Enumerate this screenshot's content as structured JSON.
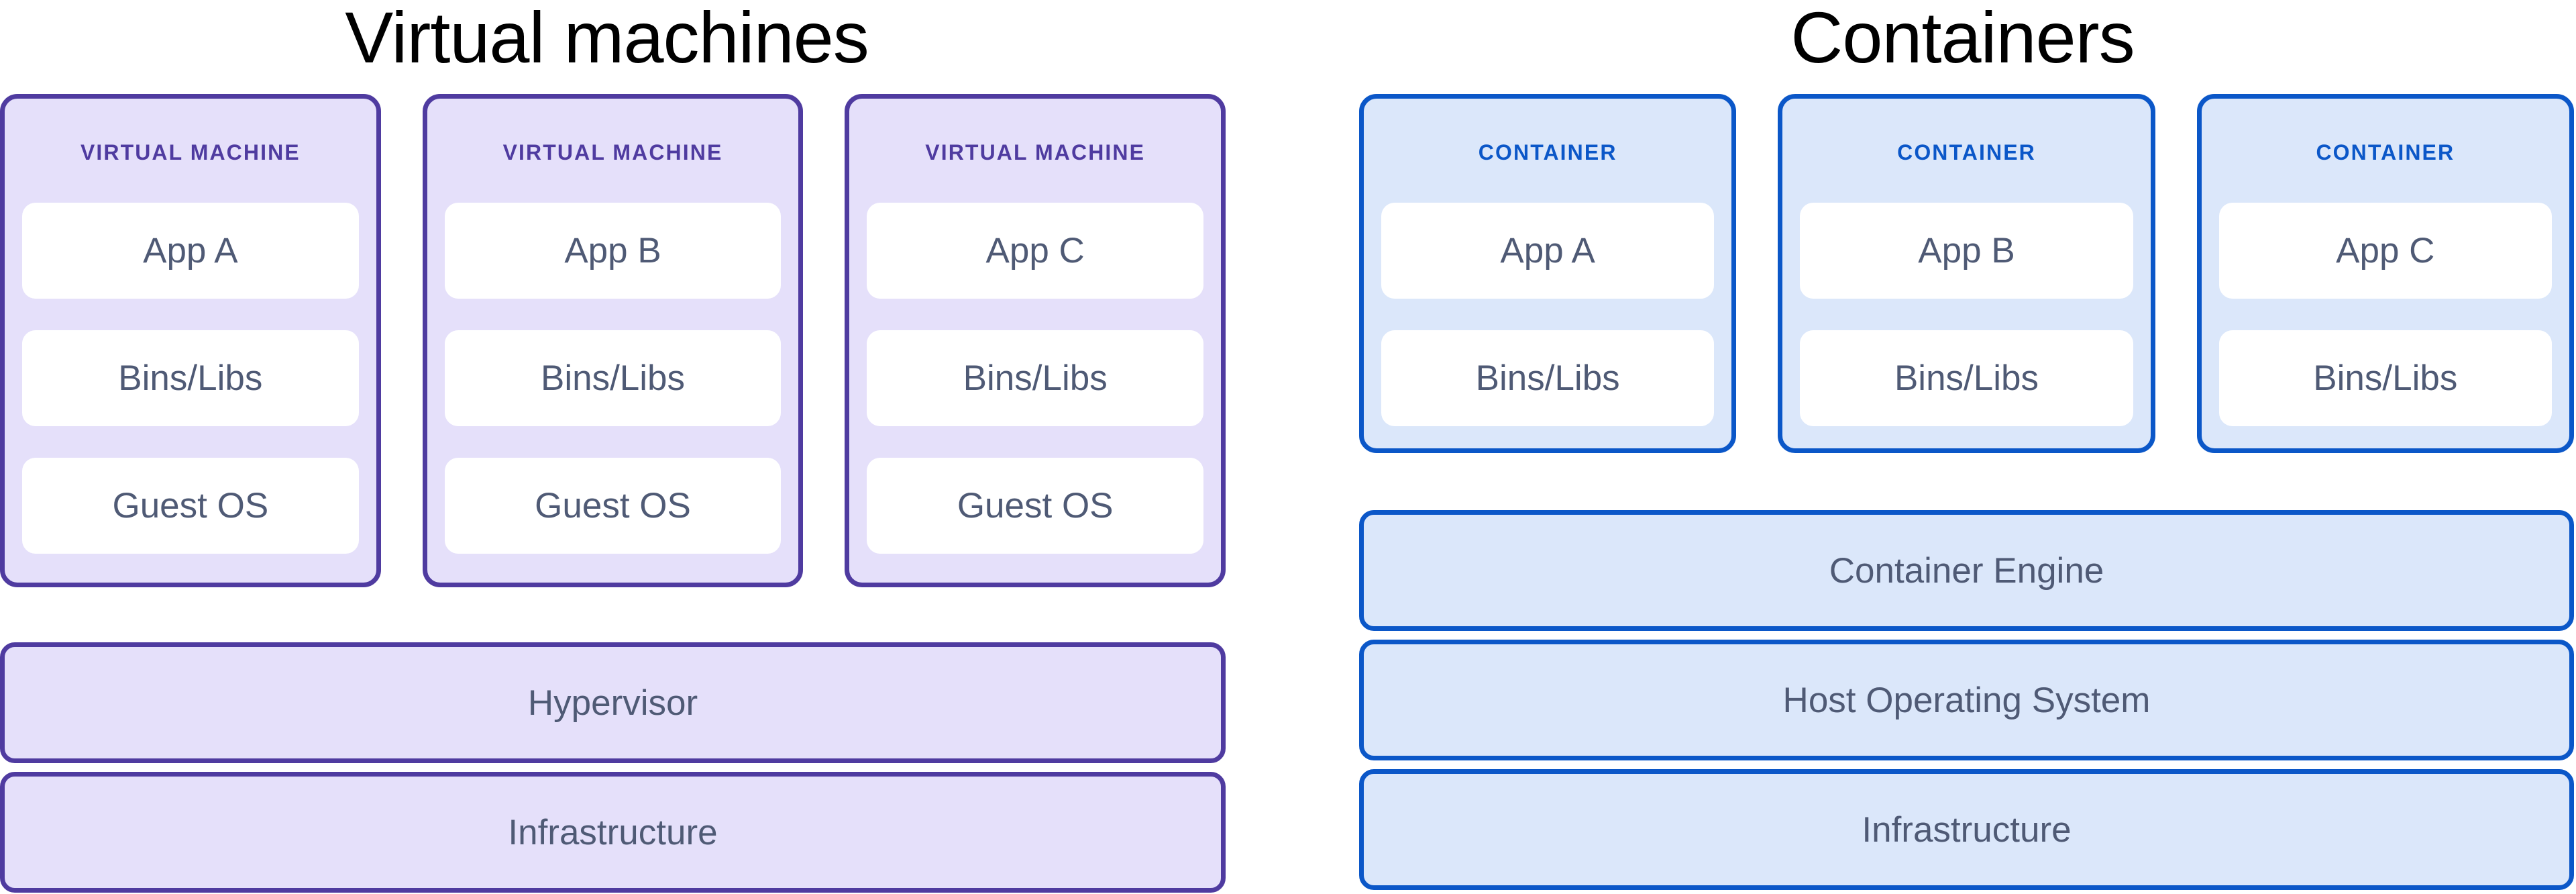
{
  "diagram": {
    "type": "comparison-diagram",
    "background_color": "#ffffff",
    "columns": [
      {
        "id": "virtual-machines",
        "title": "Virtual machines",
        "accent_color": "#4f3ba0",
        "fill_color": "#e5e0fa",
        "box_fill_color": "#ffffff",
        "text_color": "#4f5a75",
        "units": [
          {
            "header": "VIRTUAL MACHINE",
            "slots": [
              "App A",
              "Bins/Libs",
              "Guest OS"
            ]
          },
          {
            "header": "VIRTUAL MACHINE",
            "slots": [
              "App B",
              "Bins/Libs",
              "Guest OS"
            ]
          },
          {
            "header": "VIRTUAL MACHINE",
            "slots": [
              "App C",
              "Bins/Libs",
              "Guest OS"
            ]
          }
        ],
        "bars": [
          "Hypervisor",
          "Infrastructure"
        ]
      },
      {
        "id": "containers",
        "title": "Containers",
        "accent_color": "#0b57c8",
        "fill_color": "#dbe7fa",
        "box_fill_color": "#ffffff",
        "text_color": "#4f5a75",
        "units": [
          {
            "header": "CONTAINER",
            "slots": [
              "App A",
              "Bins/Libs"
            ]
          },
          {
            "header": "CONTAINER",
            "slots": [
              "App B",
              "Bins/Libs"
            ]
          },
          {
            "header": "CONTAINER",
            "slots": [
              "App C",
              "Bins/Libs"
            ]
          }
        ],
        "bars": [
          "Container Engine",
          "Host Operating System",
          "Infrastructure"
        ]
      }
    ]
  }
}
